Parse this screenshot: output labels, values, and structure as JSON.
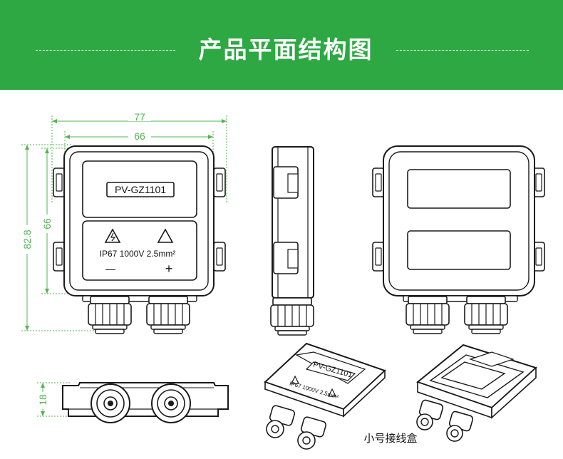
{
  "header": {
    "title": "产品平面结构图",
    "bg_color": "#2ea843",
    "text_color": "#ffffff"
  },
  "colors": {
    "dimension": "#52b552",
    "line": "#1a1a1a"
  },
  "dimensions": {
    "overall_width": "77",
    "inner_width": "66",
    "overall_height": "82.8",
    "inner_height": "66",
    "side_height": "18"
  },
  "front_view": {
    "model_label": "PV-GZ1101",
    "rating_label": "IP67 1000V 2.5mm²",
    "minus_sign": "—",
    "plus_sign": "+"
  },
  "iso_view": {
    "model_label": "PV-GZ1101",
    "rating_label": "IP67 1000V 2.5mm²"
  },
  "caption": "小号接线盒"
}
